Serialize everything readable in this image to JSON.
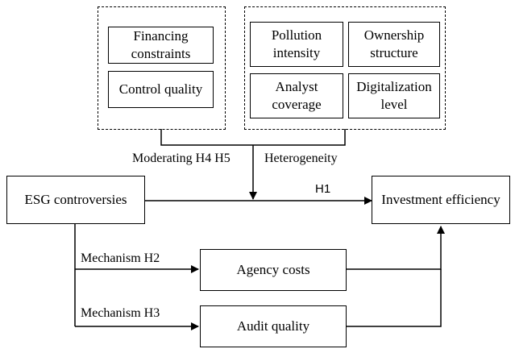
{
  "moderators": {
    "financing_constraints": "Financing constraints",
    "control_quality": "Control quality"
  },
  "heterogeneity_factors": {
    "pollution_intensity": "Pollution intensity",
    "ownership_structure": "Ownership structure",
    "analyst_coverage": "Analyst coverage",
    "digitalization_level": "Digitalization level"
  },
  "nodes": {
    "esg_controversies": "ESG controversies",
    "investment_efficiency": "Investment efficiency",
    "agency_costs": "Agency costs",
    "audit_quality": "Audit quality"
  },
  "edge_labels": {
    "moderating": "Moderating H4 H5",
    "heterogeneity": "Heterogeneity",
    "h1": "H1",
    "mechanism_h2": "Mechanism H2",
    "mechanism_h3": "Mechanism H3"
  }
}
